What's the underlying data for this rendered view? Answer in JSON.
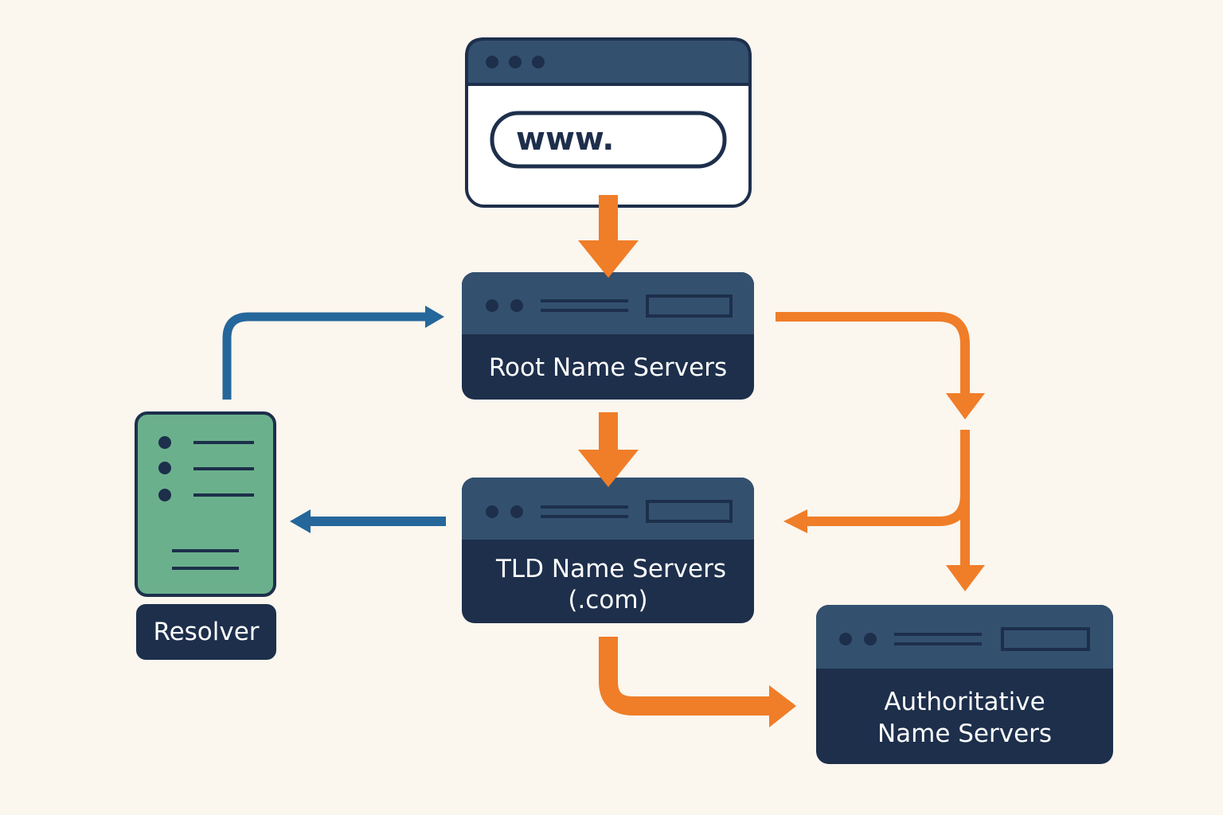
{
  "browser": {
    "url_text": "www."
  },
  "nodes": {
    "root": {
      "label": "Root Name Servers"
    },
    "tld": {
      "line1": "TLD Name Servers",
      "line2": "(.com)"
    },
    "authoritative": {
      "line1": "Authoritative",
      "line2": "Name Servers"
    },
    "resolver": {
      "label": "Resolver"
    }
  },
  "colors": {
    "background": "#fbf6ee",
    "navy": "#1d2f4b",
    "header_navy": "#33506f",
    "orange": "#f07d28",
    "blue": "#25679b",
    "resolver_green": "#6bb08c"
  }
}
